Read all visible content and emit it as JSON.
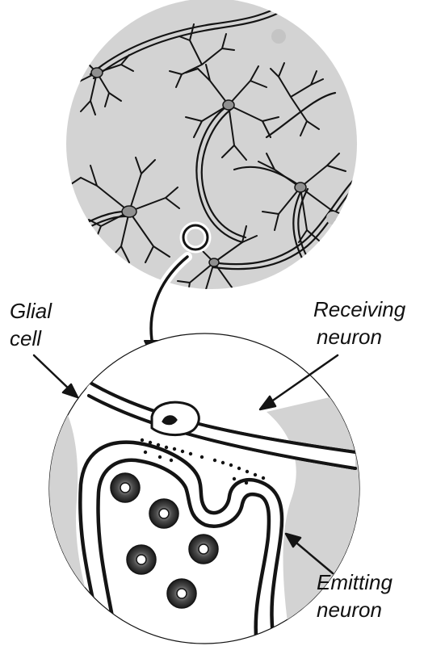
{
  "labels": {
    "glial": [
      "Glial",
      "cell"
    ],
    "receiving": [
      "Receiving",
      "neuron"
    ],
    "emitting": [
      "Emitting",
      "neuron"
    ]
  },
  "colors": {
    "tissue": "#d3d3d3",
    "ink": "#141414",
    "nucleus": "#8f8f8f",
    "vesicle": "#3a3a3a",
    "background": "#ffffff"
  }
}
